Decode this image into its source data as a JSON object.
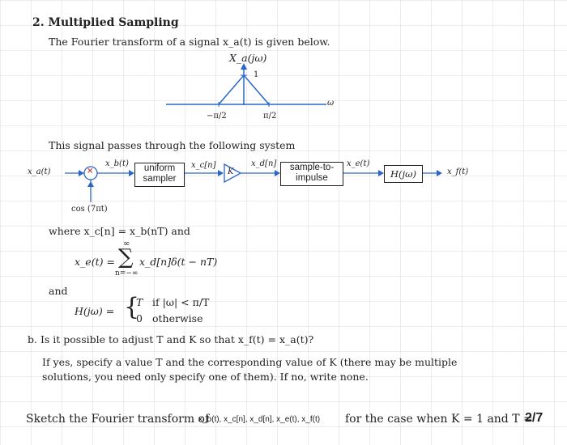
{
  "problem": {
    "heading": "2. Multiplied Sampling",
    "intro": "The Fourier transform of a signal x_a(t) is given below.",
    "plot": {
      "ylabel": "X_a(jω)",
      "peak_label": "1",
      "xaxis_label": "ω",
      "tick_left": "−π/2",
      "tick_right": "π/2"
    },
    "system_sentence": "This signal passes through the following system",
    "diagram": {
      "input_label": "x_a(t)",
      "multiplier_symbol": "×",
      "xb_label": "x_b(t)",
      "uniform_sampler": "uniform\nsampler",
      "xc_label": "x_c[n]",
      "gain_label": "K",
      "xd_label": "x_d[n]",
      "sample_to_impulse": "sample-to-\nimpulse",
      "xe_label": "x_e(t)",
      "filter_label": "H(jω)",
      "output_label": "x_f(t)",
      "cos_label": "cos (7πt)"
    },
    "where_line": "where x_c[n] = x_b(nT) and",
    "sum_eq_left": "x_e(t) = ",
    "sum_sign": "∑",
    "sum_top": "∞",
    "sum_bottom": "n=−∞",
    "sum_body": "x_d[n]δ(t − nT)",
    "and_text": "and",
    "h_def_left": "H(jω) = ",
    "h_case1_val": "T",
    "h_case1_cond": "if |ω| < π/T",
    "h_case2_val": "0",
    "h_case2_cond": "otherwise",
    "part_b_q": "b. Is it possible to adjust T and K so that x_f(t) = x_a(t)?",
    "part_b_line1": "If yes, specify a value T and the corresponding value of K (there may be multiple",
    "part_b_line2": "solutions, you need only specify one of them). If no, write none.",
    "sketch_prefix": "Sketch the Fourier transform of",
    "sketch_signals": "x_b(t), x_c[n], x_d[n], x_e(t), x_f(t)",
    "sketch_suffix": "for the case when K = 1 and T =",
    "sketch_T": "2/7"
  }
}
